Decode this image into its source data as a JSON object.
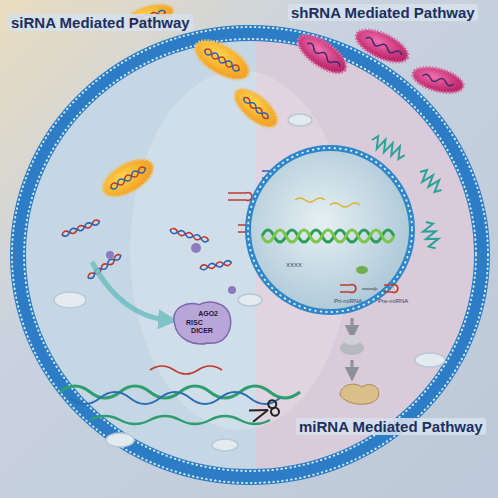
{
  "diagram": {
    "nodes": [
      {
        "text": [
          "AGO2",
          "RISC",
          "DICER"
        ]
      }
    ],
    "labels": [
      "siRNA Mediated Pathway",
      "shRNA Mediated Pathway",
      "miRNA Mediated Pathway",
      "XXXX",
      "Pri-miRNA",
      "Pre-miRNA"
    ]
  }
}
